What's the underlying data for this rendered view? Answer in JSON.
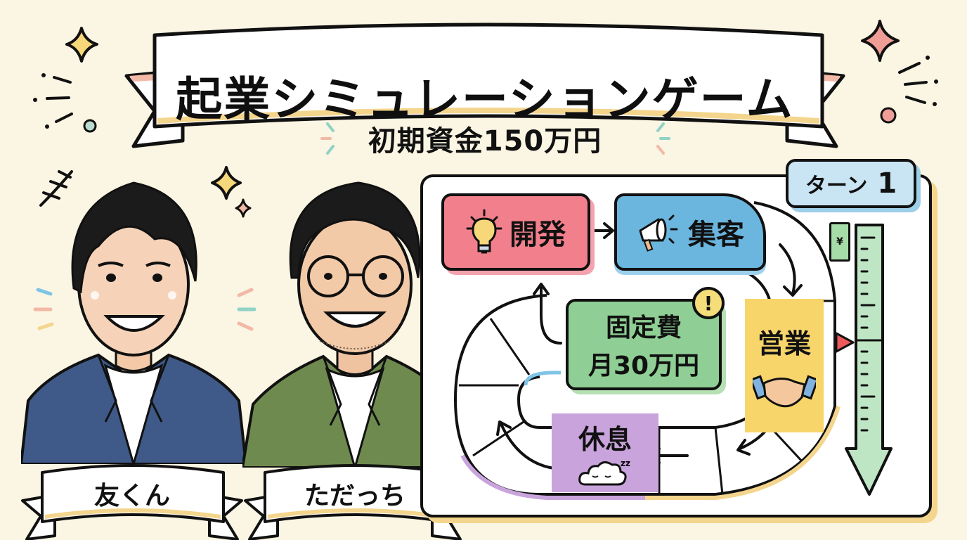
{
  "title": {
    "main": "起業シミュレーションゲーム",
    "subtitle": "初期資金150万円"
  },
  "characters": [
    {
      "name": "友くん",
      "jacket_color": "#3f5a88",
      "glasses": false
    },
    {
      "name": "ただっち",
      "jacket_color": "#6f8a4e",
      "glasses": true
    }
  ],
  "board": {
    "turn": {
      "label": "ターン",
      "number": "1"
    },
    "tiles": {
      "development": {
        "label": "開発",
        "icon": "lightbulb-icon",
        "color": "#f27f8c"
      },
      "marketing": {
        "label": "集客",
        "icon": "megaphone-icon",
        "color": "#6bb6df"
      },
      "sales": {
        "label": "営業",
        "icon": "handshake-icon",
        "color": "#f7d56a"
      },
      "rest": {
        "label": "休息",
        "icon": "sleeping-cloud-icon",
        "color": "#c9a4dc"
      },
      "fixed_cost": {
        "line1": "固定費",
        "line2": "月30万円",
        "color": "#8fce94",
        "badge": "!"
      }
    },
    "gauge": {
      "icon": "money-icon",
      "money_symbol": "¥",
      "color": "#bfe6c4",
      "marker_color": "#ee5a5a"
    }
  },
  "colors": {
    "background": "#fbf5e3",
    "ribbon_pink": "#f2b9a6",
    "ribbon_gold": "#f4d58d",
    "accent_teal": "#8fd3c5"
  }
}
